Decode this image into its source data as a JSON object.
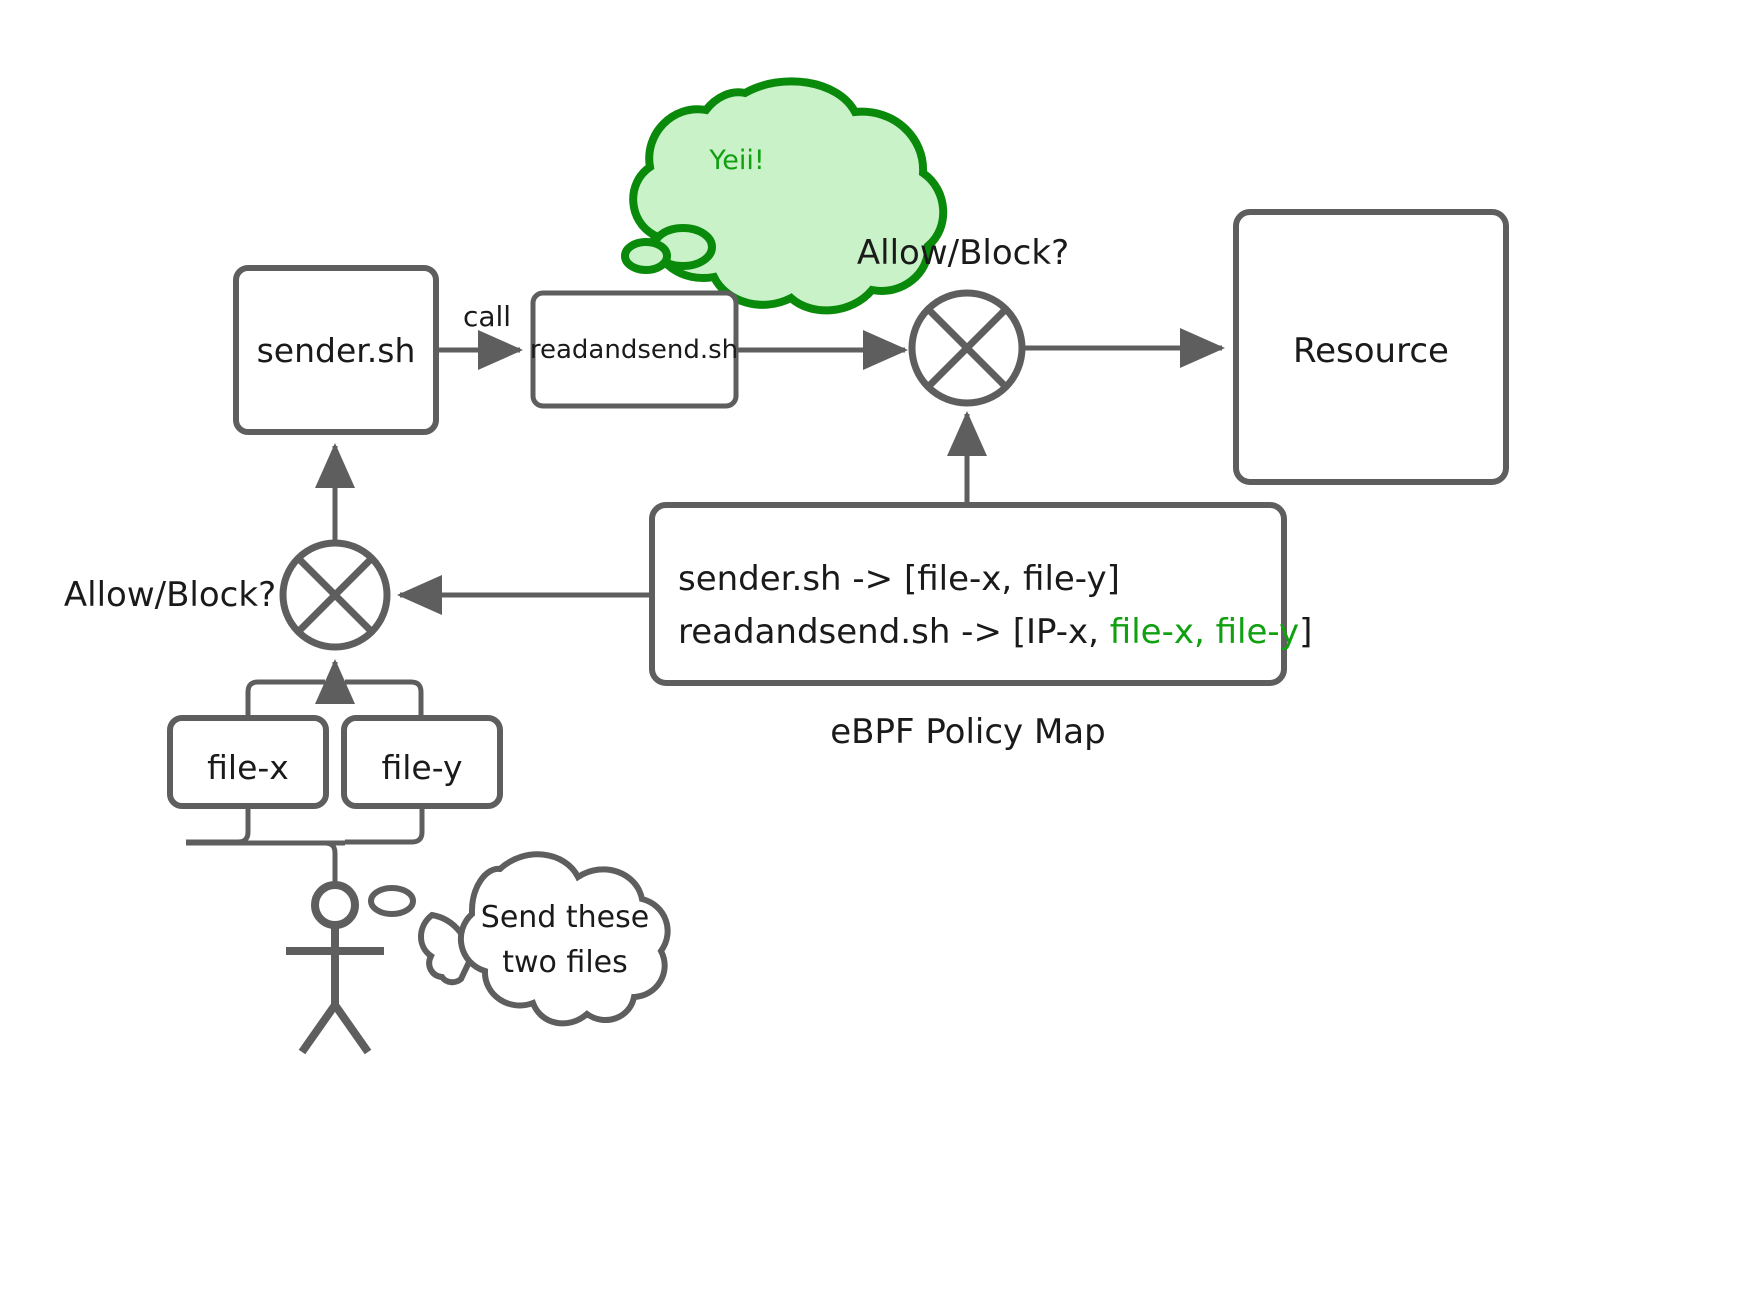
{
  "diagram": {
    "title": "eBPF policy enforcement flow",
    "colors": {
      "stroke_gray": "#5e5e5e",
      "text_black": "#1a1a1a",
      "green_fill": "#c9f2c9",
      "green_stroke": "#0a8a0a",
      "green_text": "#10a010",
      "background": "#ffffff"
    },
    "nodes": [
      {
        "id": "sender",
        "label": "sender.sh",
        "shape": "rounded-rect"
      },
      {
        "id": "readandsend",
        "label": "readandsend.sh",
        "shape": "rounded-rect"
      },
      {
        "id": "resource",
        "label": "Resource",
        "shape": "rounded-rect"
      },
      {
        "id": "file-x",
        "label": "file-x",
        "shape": "rounded-rect"
      },
      {
        "id": "file-y",
        "label": "file-y",
        "shape": "rounded-rect"
      }
    ],
    "gates": [
      {
        "id": "gate-top",
        "label": "Allow/Block?",
        "shape": "crossed-circle"
      },
      {
        "id": "gate-left",
        "label": "Allow/Block?",
        "shape": "crossed-circle"
      }
    ],
    "edge_labels": {
      "call": "call"
    },
    "policy_map": {
      "caption": "eBPF Policy Map",
      "rows": [
        {
          "key": "sender.sh",
          "arrow": "->",
          "open": "[",
          "values": [
            {
              "text": "file-x",
              "color": "black"
            },
            {
              "text": ", ",
              "color": "black"
            },
            {
              "text": "file-y",
              "color": "black"
            }
          ],
          "close": "]"
        },
        {
          "key": "readandsend.sh",
          "arrow": "->",
          "open": "[",
          "values": [
            {
              "text": "IP-x",
              "color": "black"
            },
            {
              "text": ", ",
              "color": "black"
            },
            {
              "text": "file-x",
              "color": "green"
            },
            {
              "text": ", ",
              "color": "green"
            },
            {
              "text": "file-y",
              "color": "green"
            }
          ],
          "close": "]"
        }
      ],
      "line1_plain": "sender.sh -> [file-x, file-y]",
      "line2_black_part": "readandsend.sh -> [IP-x, ",
      "line2_green_part": "file-x, file-y",
      "line2_close": "]"
    },
    "thought_bubbles": [
      {
        "id": "yeii-bubble",
        "text": "Yeii!",
        "style": "green"
      },
      {
        "id": "user-bubble",
        "line1": "Send these",
        "line2": "two files",
        "style": "gray"
      }
    ],
    "actor": {
      "id": "user-stick-figure",
      "label": ""
    }
  }
}
